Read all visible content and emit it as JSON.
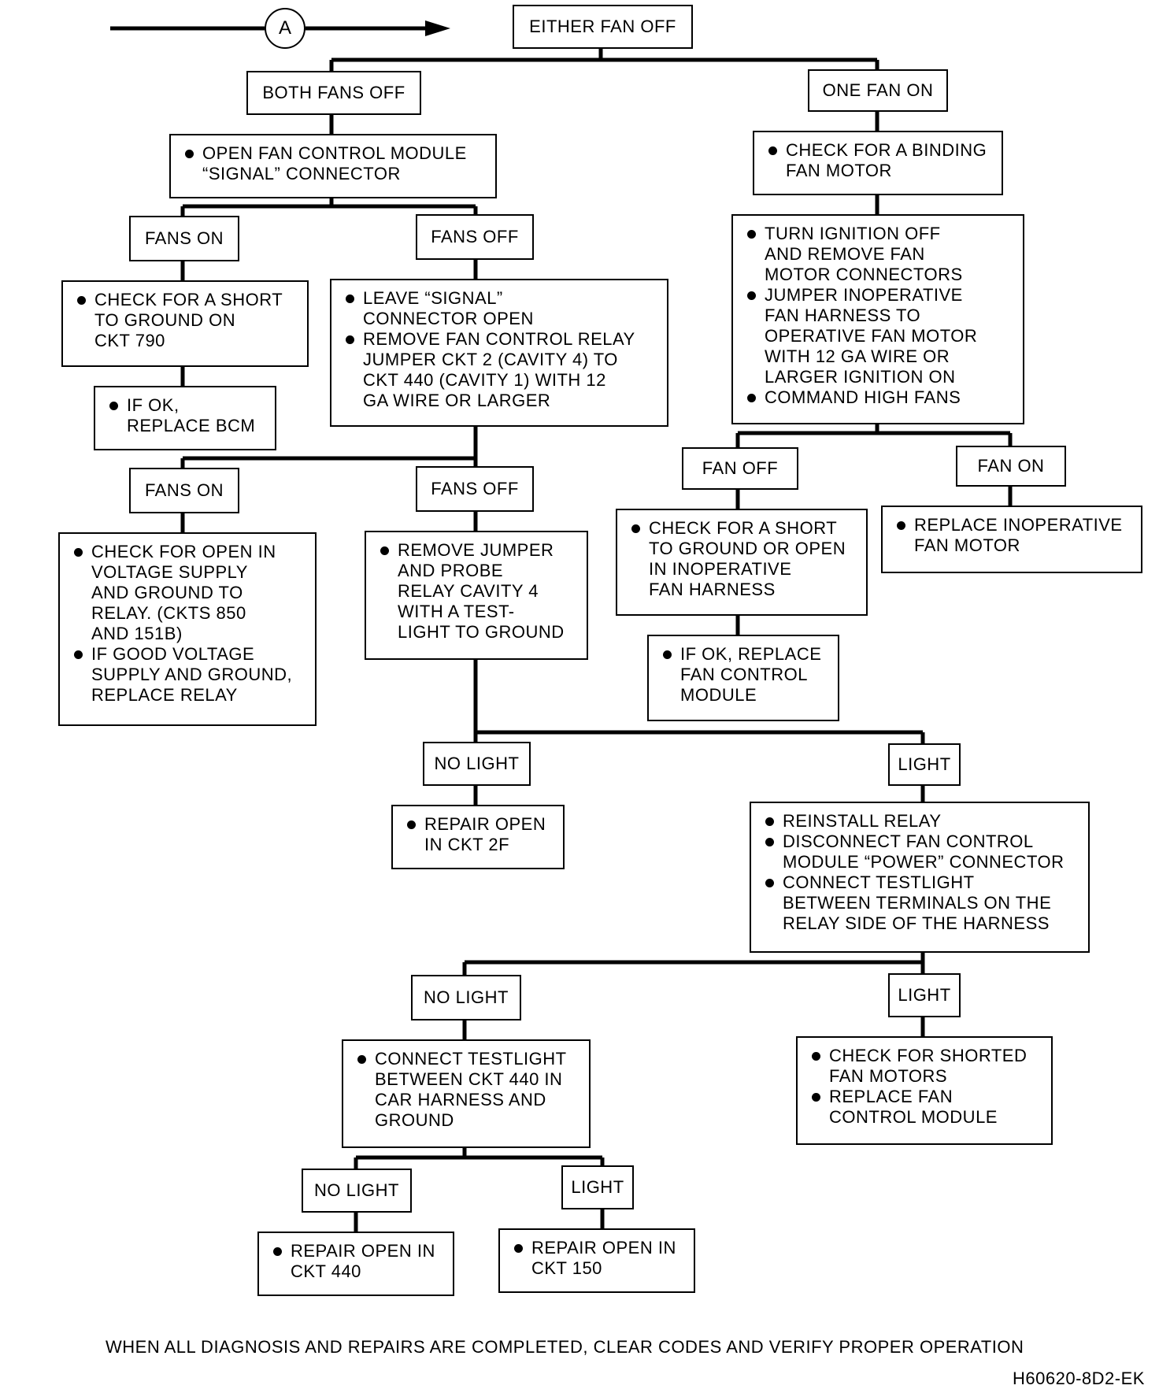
{
  "entry_marker": "A",
  "nodes": {
    "either_fan_off": "EITHER FAN OFF",
    "both_fans_off": "BOTH FANS OFF",
    "one_fan_on": "ONE FAN ON",
    "open_signal": [
      "OPEN FAN CONTROL MODULE\n“SIGNAL” CONNECTOR"
    ],
    "check_binding": [
      "CHECK FOR A BINDING\nFAN MOTOR"
    ],
    "turn_ignition": [
      "TURN IGNITION OFF\nAND REMOVE FAN\nMOTOR CONNECTORS",
      "JUMPER INOPERATIVE\nFAN HARNESS TO\nOPERATIVE FAN MOTOR\nWITH 12 GA WIRE OR\nLARGER IGNITION ON",
      "COMMAND HIGH FANS"
    ],
    "fans_on_1": "FANS ON",
    "fans_off_1": "FANS OFF",
    "short_ckt790": [
      "CHECK FOR A SHORT\nTO GROUND ON\nCKT 790"
    ],
    "replace_bcm": [
      "IF OK,\nREPLACE BCM"
    ],
    "leave_signal": [
      "LEAVE “SIGNAL”\nCONNECTOR OPEN",
      "REMOVE FAN CONTROL RELAY\nJUMPER CKT 2 (CAVITY 4) TO\nCKT 440 (CAVITY 1) WITH 12\nGA WIRE OR LARGER"
    ],
    "fan_off_r": "FAN OFF",
    "fan_on_r": "FAN ON",
    "short_or_open": [
      "CHECK FOR A SHORT\nTO GROUND OR OPEN\nIN INOPERATIVE\nFAN HARNESS"
    ],
    "replace_inop": [
      "REPLACE INOPERATIVE\nFAN MOTOR"
    ],
    "replace_fcm": [
      "IF OK, REPLACE\nFAN CONTROL\nMODULE"
    ],
    "fans_on_2": "FANS ON",
    "fans_off_2": "FANS OFF",
    "check_voltage": [
      "CHECK FOR OPEN IN\nVOLTAGE SUPPLY\nAND GROUND TO\nRELAY. (CKTS 850\nAND 151B)",
      "IF GOOD VOLTAGE\nSUPPLY AND GROUND,\nREPLACE RELAY"
    ],
    "remove_jumper": [
      "REMOVE JUMPER\nAND PROBE\nRELAY CAVITY 4\nWITH A TEST-\nLIGHT TO GROUND"
    ],
    "no_light_1": "NO LIGHT",
    "light_1": "LIGHT",
    "repair_2f": [
      "REPAIR OPEN\nIN CKT 2F"
    ],
    "reinstall": [
      "REINSTALL RELAY",
      "DISCONNECT FAN CONTROL\nMODULE “POWER” CONNECTOR",
      "CONNECT TESTLIGHT\nBETWEEN TERMINALS ON THE\nRELAY SIDE OF THE HARNESS"
    ],
    "no_light_2": "NO LIGHT",
    "light_2": "LIGHT",
    "connect_440": [
      "CONNECT TESTLIGHT\nBETWEEN CKT 440 IN\nCAR HARNESS AND\nGROUND"
    ],
    "check_shorted": [
      "CHECK FOR SHORTED\nFAN MOTORS",
      "REPLACE FAN\nCONTROL MODULE"
    ],
    "no_light_3": "NO LIGHT",
    "light_3": "LIGHT",
    "repair_440": [
      "REPAIR OPEN IN\nCKT 440"
    ],
    "repair_150": [
      "REPAIR OPEN IN\nCKT 150"
    ]
  },
  "footer_note": "WHEN ALL DIAGNOSIS AND REPAIRS ARE COMPLETED, CLEAR CODES AND VERIFY PROPER OPERATION",
  "figure_code": "H60620-8D2-EK"
}
